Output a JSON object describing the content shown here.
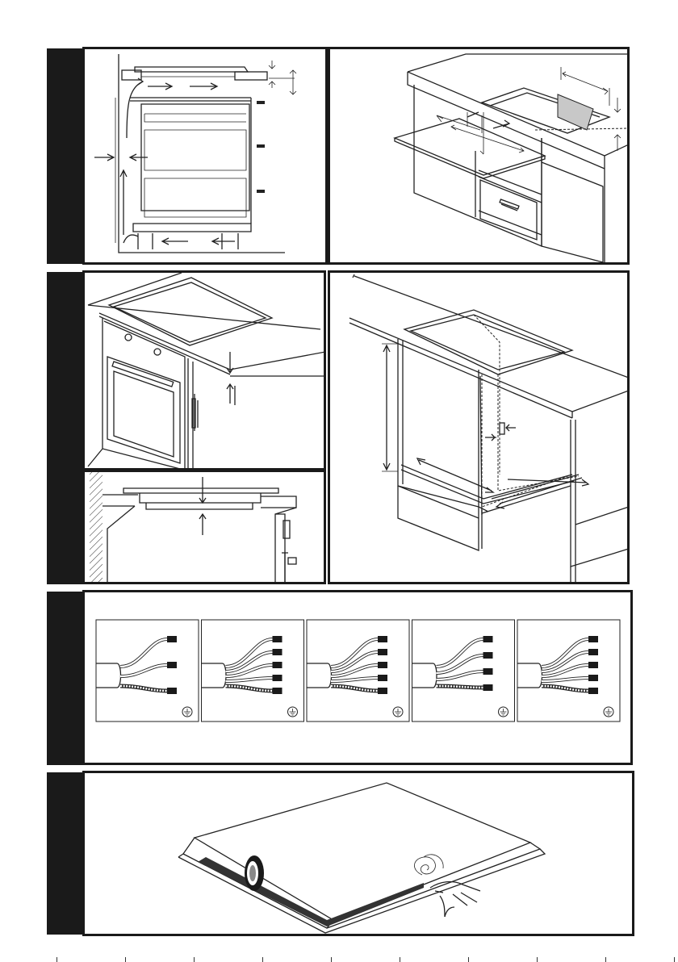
{
  "document": {
    "sections": [
      {
        "id": 1,
        "figure": "ventilation-airflow-and-cutout"
      },
      {
        "id": 2,
        "figure": "oven-under-hob-clearances"
      },
      {
        "id": 3,
        "figure": "wiring-connection-variants"
      },
      {
        "id": 4,
        "figure": "sealing-gasket-application"
      }
    ],
    "wiring_variants": [
      {
        "wires": 3,
        "ground_symbol": "earth-icon"
      },
      {
        "wires": 5,
        "ground_symbol": "earth-icon"
      },
      {
        "wires": 5,
        "ground_symbol": "earth-icon"
      },
      {
        "wires": 4,
        "ground_symbol": "earth-icon"
      },
      {
        "wires": 5,
        "ground_symbol": "earth-icon"
      }
    ],
    "colors": {
      "ink": "#1a1a1a",
      "shade": "#c8c8c8"
    }
  }
}
